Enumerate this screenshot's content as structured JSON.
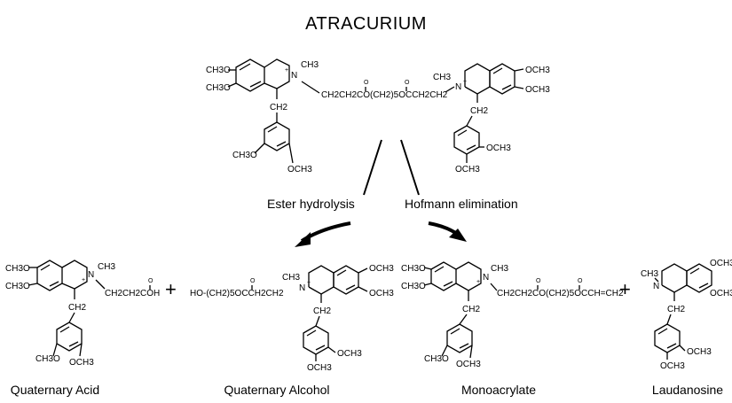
{
  "title": "ATRACURIUM",
  "reactions": {
    "left": "Ester hydrolysis",
    "right": "Hofmann elimination"
  },
  "products": [
    {
      "name": "Quaternary Acid"
    },
    {
      "name": "Quaternary Alcohol"
    },
    {
      "name": "Monoacrylate"
    },
    {
      "name": "Laudanosine"
    }
  ],
  "plus_sign": "+",
  "structure_text": {
    "methoxy": "CH3O",
    "methoxy_r": "OCH3",
    "nitrogen": "N",
    "charge": "+",
    "methyl": "CH3",
    "ch2": "CH2",
    "linker_top": "CH2CH2CO(CH2)5OCCH2CH2",
    "acid_chain": "CH2CH2COH",
    "alcohol_chain": "HO-(CH2)5OCCH2CH2",
    "acrylate_chain": "CH2CH2CO(CH2)5OCCH=CH2",
    "carbonyl_o": "O"
  },
  "colors": {
    "ink": "#000000",
    "background": "#ffffff"
  }
}
